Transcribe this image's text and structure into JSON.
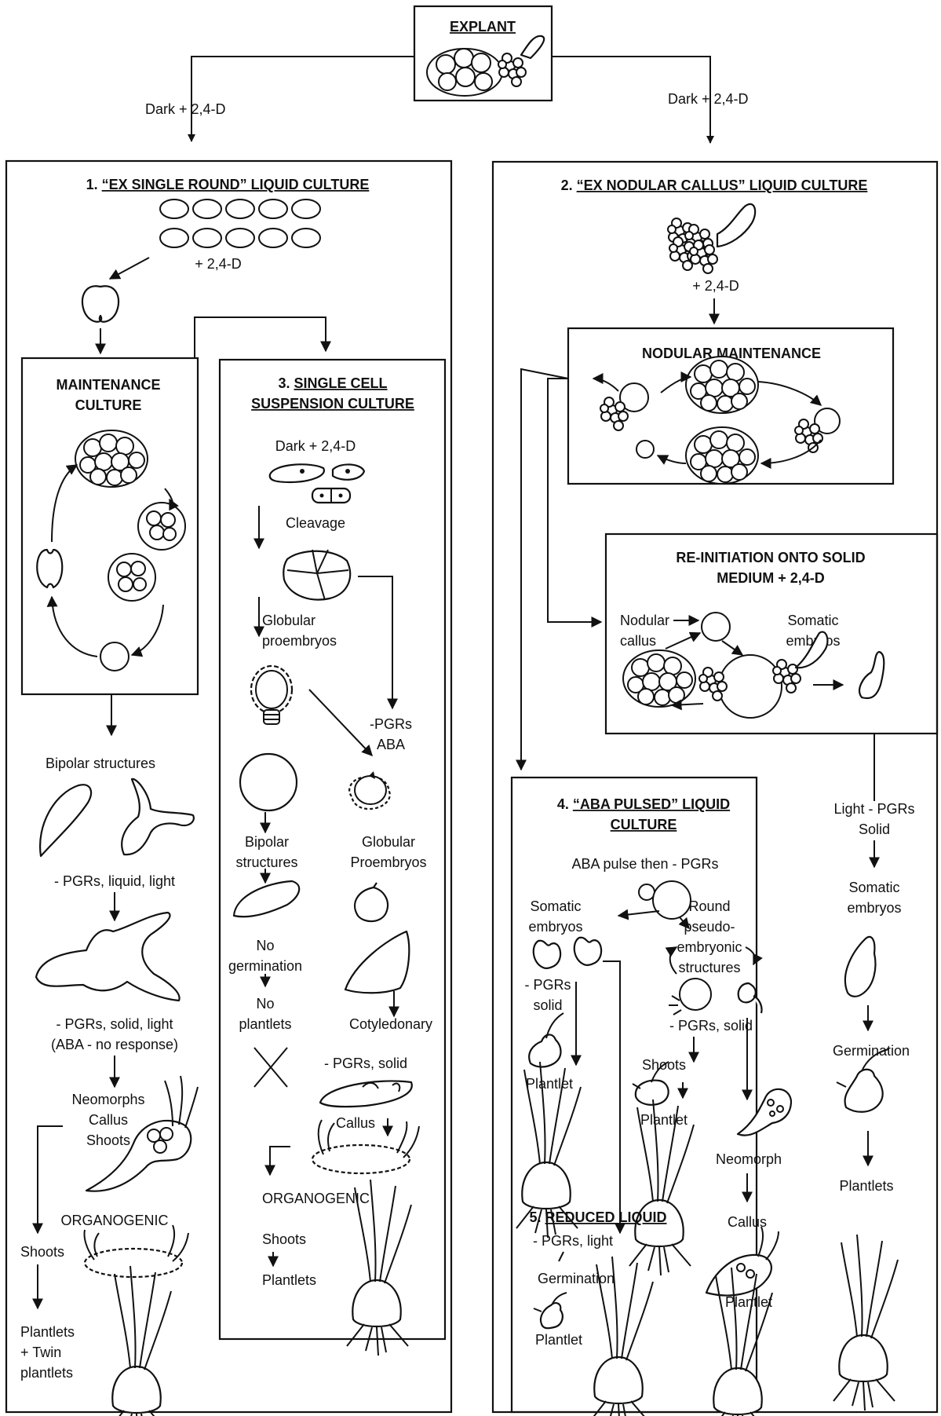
{
  "explant": {
    "title": "EXPLANT"
  },
  "branch_left": {
    "label": "Dark + 2,4-D"
  },
  "branch_right": {
    "label": "Dark + 2,4-D"
  },
  "panel1": {
    "title_prefix": "1. ",
    "title": "“EX SINGLE ROUND” LIQUID CULTURE",
    "plus_24d": "+ 2,4-D",
    "maintenance_line1": "MAINTENANCE",
    "maintenance_line2": "CULTURE",
    "bipolar": "Bipolar structures",
    "pgrs_liquid_light": "- PGRs, liquid, light",
    "pgrs_solid_light": "- PGRs, solid, light",
    "aba_no_response": "(ABA - no response)",
    "neomorphs": "Neomorphs",
    "callus": "Callus",
    "shoots_top": "Shoots",
    "organogenic": "ORGANOGENIC",
    "shoots": "Shoots",
    "plantlets": "Plantlets",
    "twin_line1": "+ Twin",
    "twin_line2": "plantlets"
  },
  "panel3": {
    "title_prefix": "3. ",
    "title_line1": "SINGLE CELL",
    "title_line2": "SUSPENSION CULTURE",
    "dark_24d": "Dark + 2,4-D",
    "cleavage": "Cleavage",
    "globular_line1": "Globular",
    "globular_line2": "proembryos",
    "pgrs_aba_line1": "-PGRs",
    "pgrs_aba_line2": "ABA",
    "bipolar_line1": "Bipolar",
    "bipolar_line2": "structures",
    "glob2_line1": "Globular",
    "glob2_line2": "Proembryos",
    "no_germ_line1": "No",
    "no_germ_line2": "germination",
    "no_plant_line1": "No",
    "no_plant_line2": "plantlets",
    "cotyledonary": "Cotyledonary",
    "pgrs_solid": "- PGRs, solid",
    "callus": "Callus",
    "organogenic": "ORGANOGENIC",
    "shoots": "Shoots",
    "plantlets": "Plantlets"
  },
  "panel2": {
    "title_prefix": "2. ",
    "title": "“EX NODULAR CALLUS” LIQUID CULTURE",
    "plus_24d": "+ 2,4-D",
    "nodular_maintenance": "NODULAR MAINTENANCE",
    "reinit_line1": "RE-INITIATION ONTO SOLID",
    "reinit_line2": "MEDIUM + 2,4-D",
    "nodular_line1": "Nodular",
    "nodular_line2": "callus",
    "somatic_line1": "Somatic",
    "somatic_line2": "embryos",
    "light_pgrs": "Light - PGRs",
    "solid": "Solid",
    "somatic2_line1": "Somatic",
    "somatic2_line2": "embryos",
    "germination": "Germination",
    "plantlets": "Plantlets"
  },
  "panel4": {
    "title_prefix": "4. ",
    "title_line1": "“ABA PULSED” LIQUID",
    "title_line2": "CULTURE",
    "aba_pulse": "ABA pulse then  - PGRs",
    "somatic_line1": "Somatic",
    "somatic_line2": "embryos",
    "round_line1": "Round",
    "round_line2": "pseudo-",
    "round_line3": "embryonic",
    "round_line4": "structures",
    "pgrs_line1": "- PGRs",
    "pgrs_line2": "solid",
    "pgrs_solid": "- PGRs, solid",
    "plantlet_left": "Plantlet",
    "shoots": "Shoots",
    "plantlet_mid": "Plantlet",
    "neomorph": "Neomorph",
    "callus": "Callus",
    "plantlet_right": "Plantlet"
  },
  "panel5": {
    "title_prefix": "5. ",
    "title": "REDUCED LIQUID",
    "pgrs_light": "- PGRs, light",
    "germination": "Germination",
    "plantlet": "Plantlet"
  }
}
